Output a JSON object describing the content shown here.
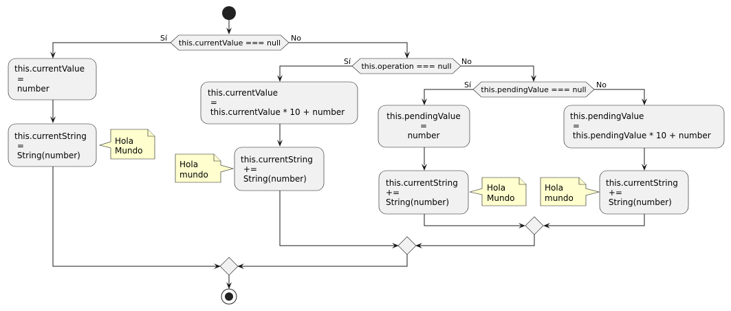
{
  "decisions": {
    "d1": {
      "condition": "this.currentValue === null",
      "yes": "Sí",
      "no": "No"
    },
    "d2": {
      "condition": "this.operation === null",
      "yes": "Sí",
      "no": "No"
    },
    "d3": {
      "condition": "this.pendingValue === null",
      "yes": "Sí",
      "no": "No"
    }
  },
  "activities": {
    "a1": [
      "this.currentValue",
      " =",
      " number"
    ],
    "a2": [
      "this.currentString",
      " =",
      " String(number)"
    ],
    "a3": [
      "this.currentValue",
      " =",
      " this.currentValue * 10 + number"
    ],
    "a4": [
      "this.currentString",
      " +=",
      " String(number)"
    ],
    "a5": [
      "this.pendingValue",
      "=",
      "number"
    ],
    "a6": [
      "this.currentString",
      "+=",
      "String(number)"
    ],
    "a7": [
      "this.pendingValue",
      " =",
      " this.pendingValue * 10 + number"
    ],
    "a8": [
      "this.currentString",
      " +=",
      " String(number)"
    ]
  },
  "notes": {
    "n1": [
      "Hola",
      "Mundo"
    ],
    "n2": [
      "Hola",
      "mundo"
    ],
    "n3": [
      "Hola",
      "Mundo"
    ],
    "n4": [
      "Hola",
      "mundo"
    ]
  }
}
